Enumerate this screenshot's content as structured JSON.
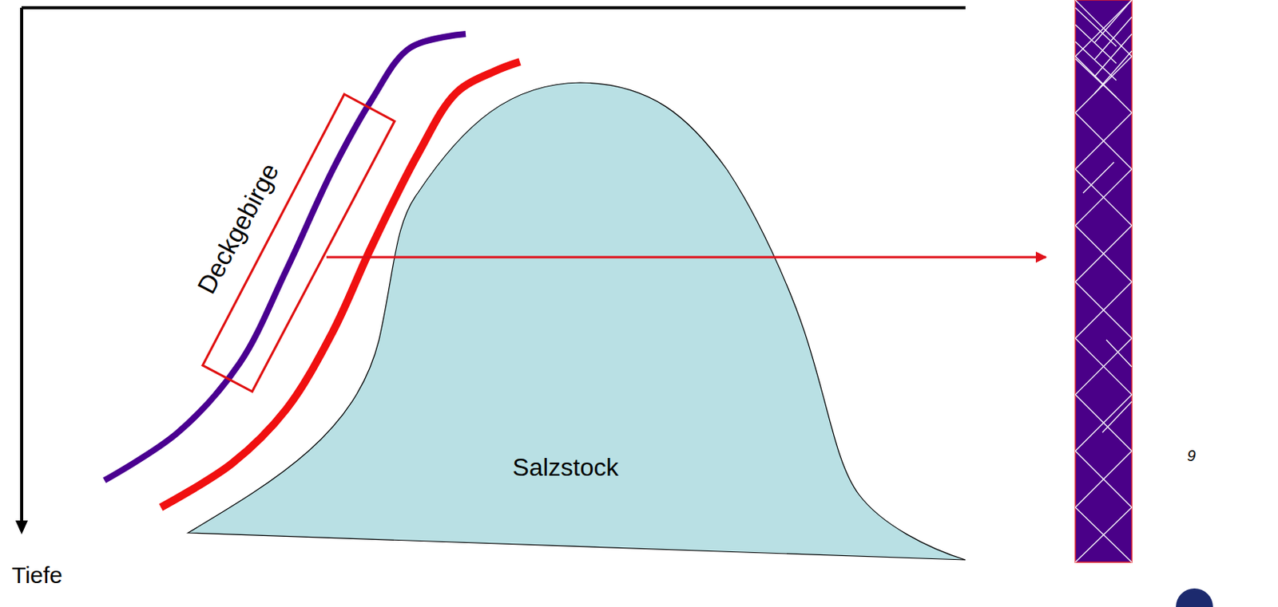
{
  "diagram": {
    "nodes": [
      {
        "text": [
          "Salzstock"
        ]
      }
    ],
    "labels": [
      "Deckgebirge",
      "Tiefe",
      "9"
    ]
  }
}
